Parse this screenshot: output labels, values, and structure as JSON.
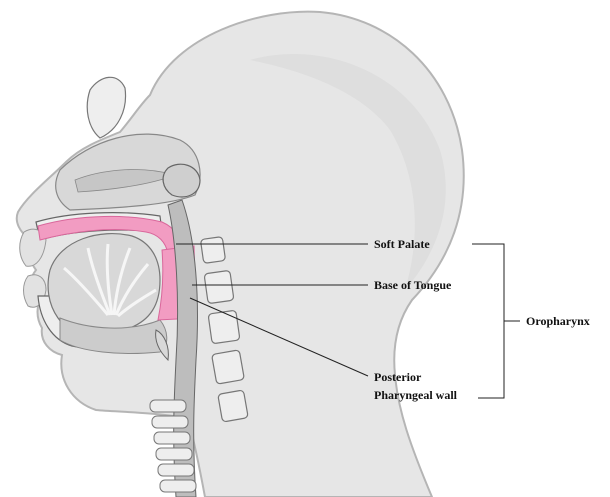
{
  "labels": {
    "soft_palate": "Soft Palate",
    "base_of_tongue": "Base of Tongue",
    "posterior_line1": "Posterior",
    "posterior_line2": "Pharyngeal wall",
    "group": "Oropharynx"
  },
  "colors": {
    "highlight": "#f29cc2",
    "highlight_edge": "#d9679b",
    "skin": "#e6e6e6",
    "skin_edge": "#b5b5b5",
    "tissue": "#d2d2d2",
    "bone": "#eeeeee",
    "outline": "#555555",
    "leader": "#222222"
  }
}
